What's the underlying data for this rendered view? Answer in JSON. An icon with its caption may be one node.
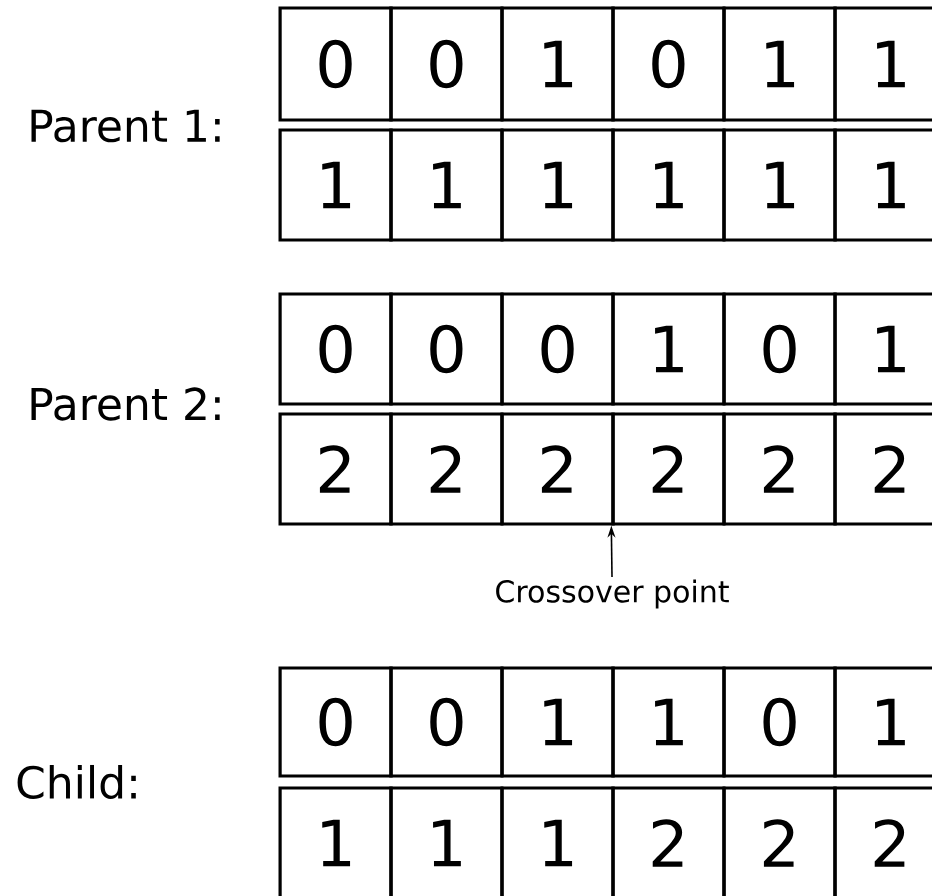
{
  "diagram": {
    "nodes": [
      {
        "text": [
          "0"
        ]
      },
      {
        "text": [
          "0"
        ]
      },
      {
        "text": [
          "1"
        ]
      },
      {
        "text": [
          "0"
        ]
      },
      {
        "text": [
          "1"
        ]
      },
      {
        "text": [
          "1"
        ]
      },
      {
        "text": [
          "1"
        ]
      },
      {
        "text": [
          "1"
        ]
      },
      {
        "text": [
          "1"
        ]
      },
      {
        "text": [
          "1"
        ]
      },
      {
        "text": [
          "1"
        ]
      },
      {
        "text": [
          "1"
        ]
      },
      {
        "text": [
          "0"
        ]
      },
      {
        "text": [
          "0"
        ]
      },
      {
        "text": [
          "0"
        ]
      },
      {
        "text": [
          "1"
        ]
      },
      {
        "text": [
          "0"
        ]
      },
      {
        "text": [
          "1"
        ]
      },
      {
        "text": [
          "2"
        ]
      },
      {
        "text": [
          "2"
        ]
      },
      {
        "text": [
          "2"
        ]
      },
      {
        "text": [
          "2"
        ]
      },
      {
        "text": [
          "2"
        ]
      },
      {
        "text": [
          "2"
        ]
      },
      {
        "text": [
          "Crossover point"
        ]
      },
      {
        "text": [
          "0"
        ]
      },
      {
        "text": [
          "0"
        ]
      },
      {
        "text": [
          "1"
        ]
      },
      {
        "text": [
          "1"
        ]
      },
      {
        "text": [
          "0"
        ]
      },
      {
        "text": [
          "1"
        ]
      },
      {
        "text": [
          "1"
        ]
      },
      {
        "text": [
          "1"
        ]
      },
      {
        "text": [
          "1"
        ]
      },
      {
        "text": [
          "2"
        ]
      },
      {
        "text": [
          "2"
        ]
      },
      {
        "text": [
          "2"
        ]
      }
    ],
    "edges": [
      {
        "from": 24,
        "to": 21,
        "arrow": "to"
      }
    ],
    "labels": [
      "Parent 1:",
      "Parent 2:",
      "Child:"
    ]
  }
}
